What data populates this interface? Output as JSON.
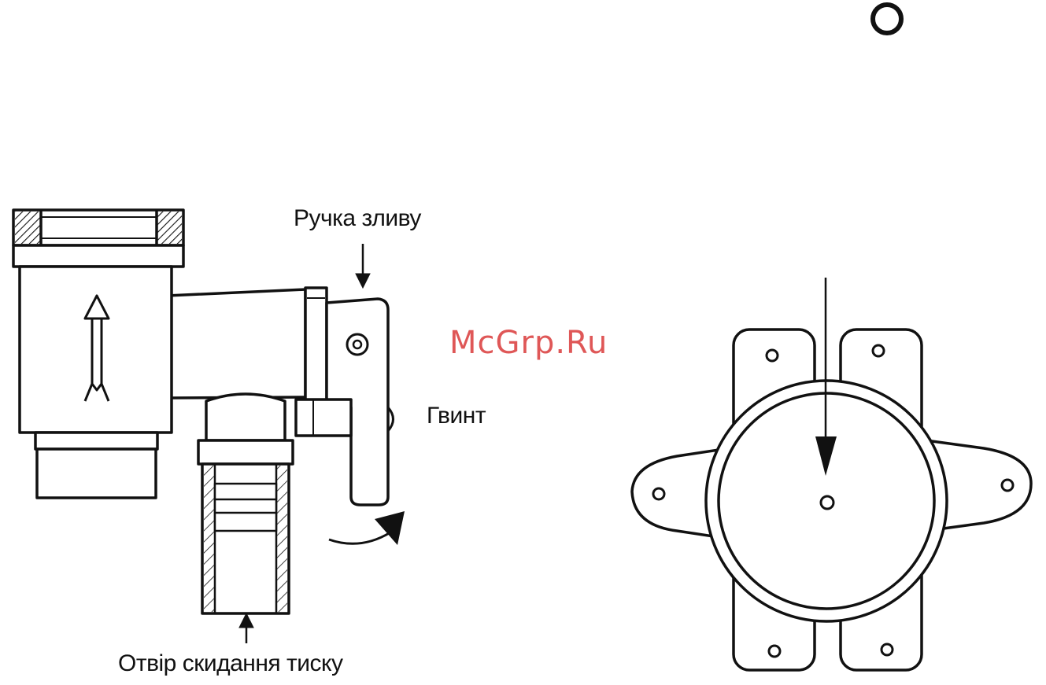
{
  "labels": {
    "drain_handle": "Ручка зливу",
    "screw": "Гвинт",
    "pressure_relief_hole": "Отвір скидання тиску"
  },
  "watermark": "McGrp.Ru",
  "colors": {
    "line": "#111111",
    "watermark": "#d62828"
  }
}
